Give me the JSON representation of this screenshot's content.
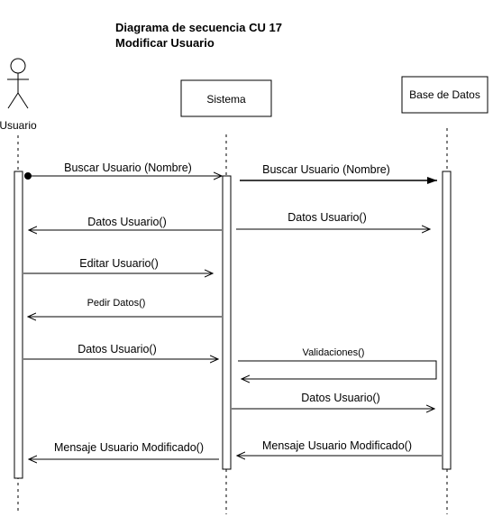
{
  "title": {
    "line1": "Diagrama de secuencia CU 17",
    "line2": "Modificar Usuario"
  },
  "participants": {
    "actor": "Usuario",
    "system": "Sistema",
    "database": "Base de Datos"
  },
  "messages": {
    "m1": "Buscar Usuario (Nombre)",
    "m2": "Buscar Usuario (Nombre)",
    "m3": "Datos Usuario()",
    "m4": "Datos Usuario()",
    "m5": "Editar Usuario()",
    "m6": "Pedir Datos()",
    "m7": "Datos Usuario()",
    "m8": "Validaciones()",
    "m9": "Datos Usuario()",
    "m10": "Mensaje Usuario Modificado()",
    "m11": "Mensaje Usuario Modificado()"
  }
}
